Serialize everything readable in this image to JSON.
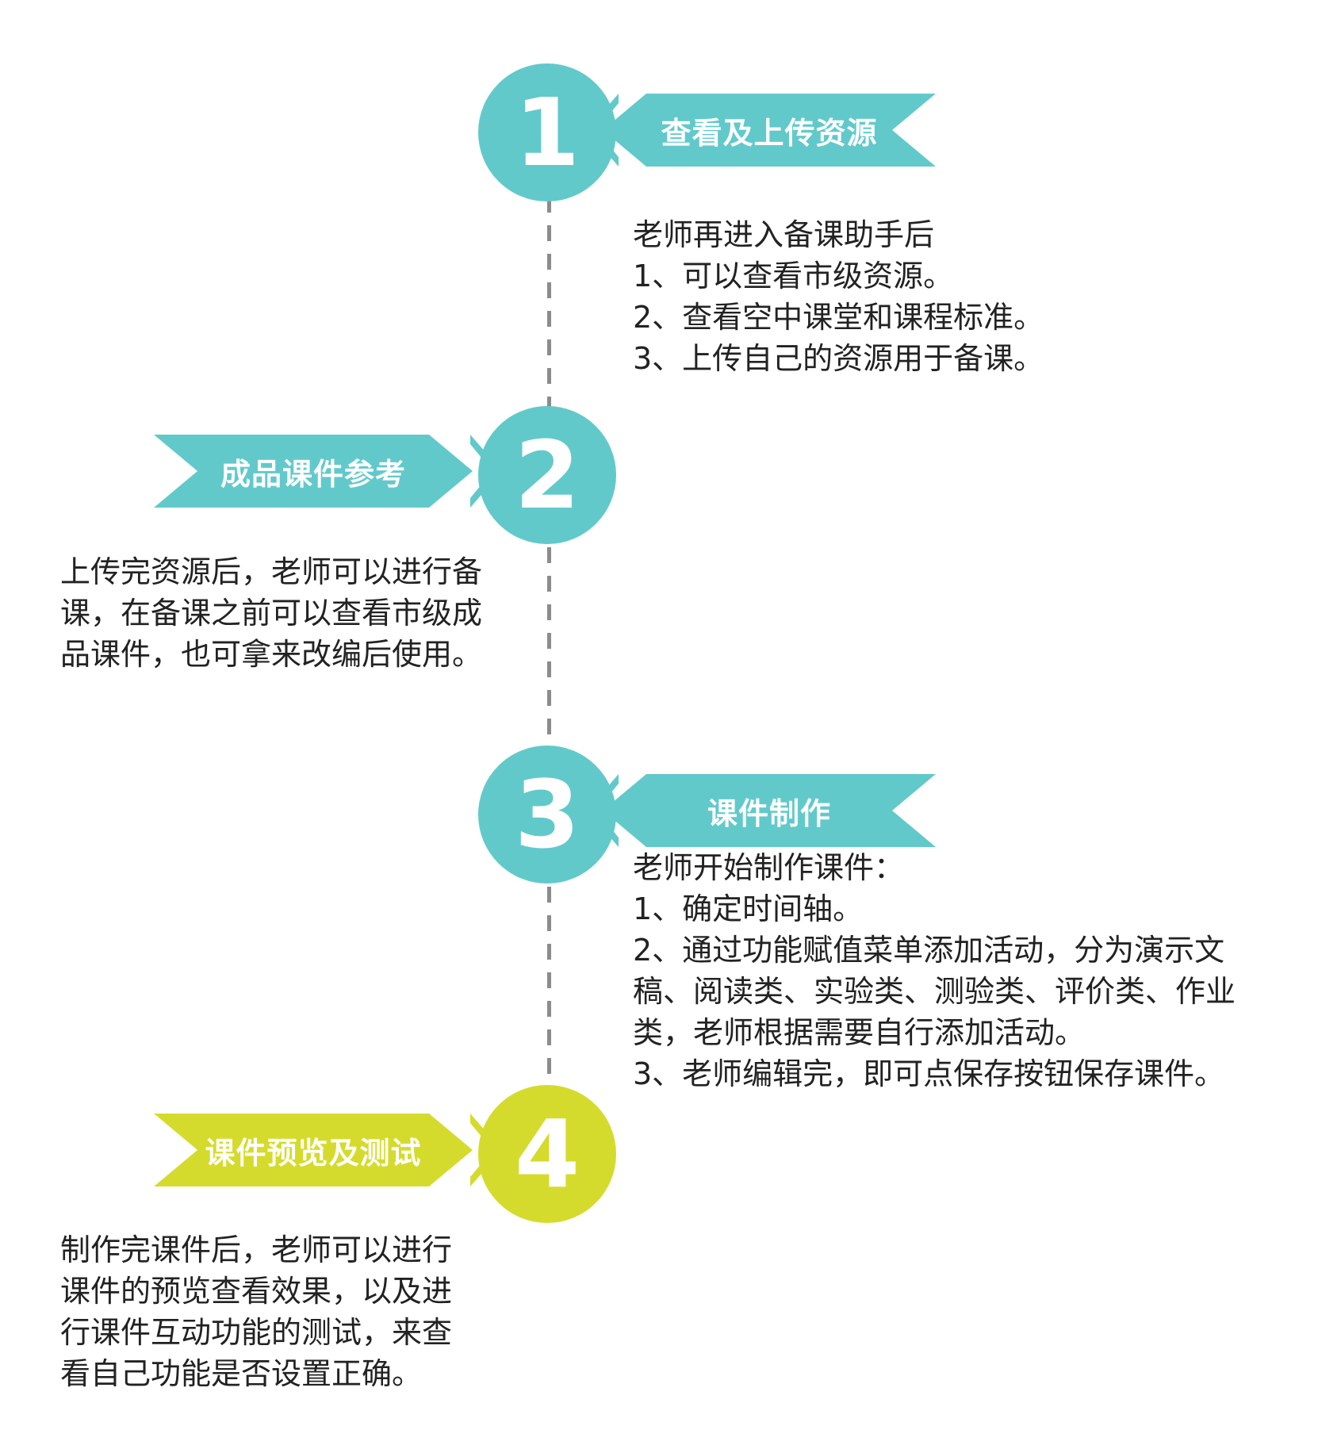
{
  "steps": [
    {
      "number": "1",
      "title": "查看及上传资源",
      "color": "#62c9cb",
      "description": "老师再进入备课助手后\n1、可以查看市级资源。\n2、查看空中课堂和课程标准。\n3、上传自己的资源用于备课。"
    },
    {
      "number": "2",
      "title": "成品课件参考",
      "color": "#62c9cb",
      "description": "上传完资源后，老师可以进行备\n课，在备课之前可以查看市级成\n品课件，也可拿来改编后使用。"
    },
    {
      "number": "3",
      "title": "课件制作",
      "color": "#62c9cb",
      "description": "老师开始制作课件：\n1、确定时间轴。\n2、通过功能赋值菜单添加活动，分为演示文\n稿、阅读类、实验类、测验类、评价类、作业\n类，老师根据需要自行添加活动。\n3、老师编辑完，即可点保存按钮保存课件。"
    },
    {
      "number": "4",
      "title": "课件预览及测试",
      "color": "#d5db2c",
      "description": "制作完课件后，老师可以进行\n课件的预览查看效果，以及进\n行课件互动功能的测试，来查\n看自己功能是否设置正确。"
    }
  ]
}
